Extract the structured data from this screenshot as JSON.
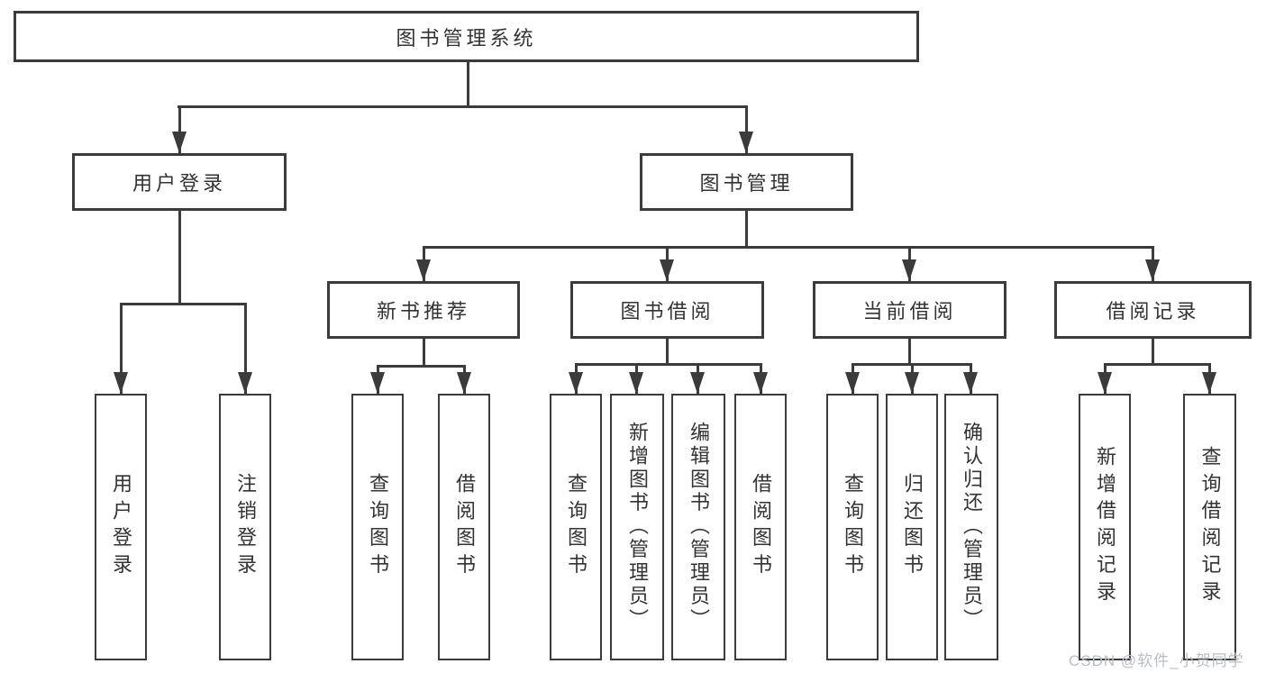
{
  "diagram_title": "图书管理系统",
  "tree": {
    "label": "图书管理系统",
    "children": [
      {
        "label": "用户登录",
        "children": [
          {
            "label": "用户登录"
          },
          {
            "label": "注销登录"
          }
        ]
      },
      {
        "label": "图书管理",
        "children": [
          {
            "label": "新书推荐",
            "children": [
              {
                "label": "查询图书"
              },
              {
                "label": "借阅图书"
              }
            ]
          },
          {
            "label": "图书借阅",
            "children": [
              {
                "label": "查询图书"
              },
              {
                "label": "新增图书（管理员）"
              },
              {
                "label": "编辑图书（管理员）"
              },
              {
                "label": "借阅图书"
              }
            ]
          },
          {
            "label": "当前借阅",
            "children": [
              {
                "label": "查询图书"
              },
              {
                "label": "归还图书"
              },
              {
                "label": "确认归还（管理员）"
              }
            ]
          },
          {
            "label": "借阅记录",
            "children": [
              {
                "label": "新增借阅记录"
              },
              {
                "label": "查询借阅记录"
              }
            ]
          }
        ]
      }
    ]
  },
  "watermark": {
    "text": "CSDN @软件_小贺同学"
  },
  "colors": {
    "line": "#3b3b3b",
    "text": "#333333",
    "watermark": "#b9bdc5",
    "background": "#ffffff"
  }
}
